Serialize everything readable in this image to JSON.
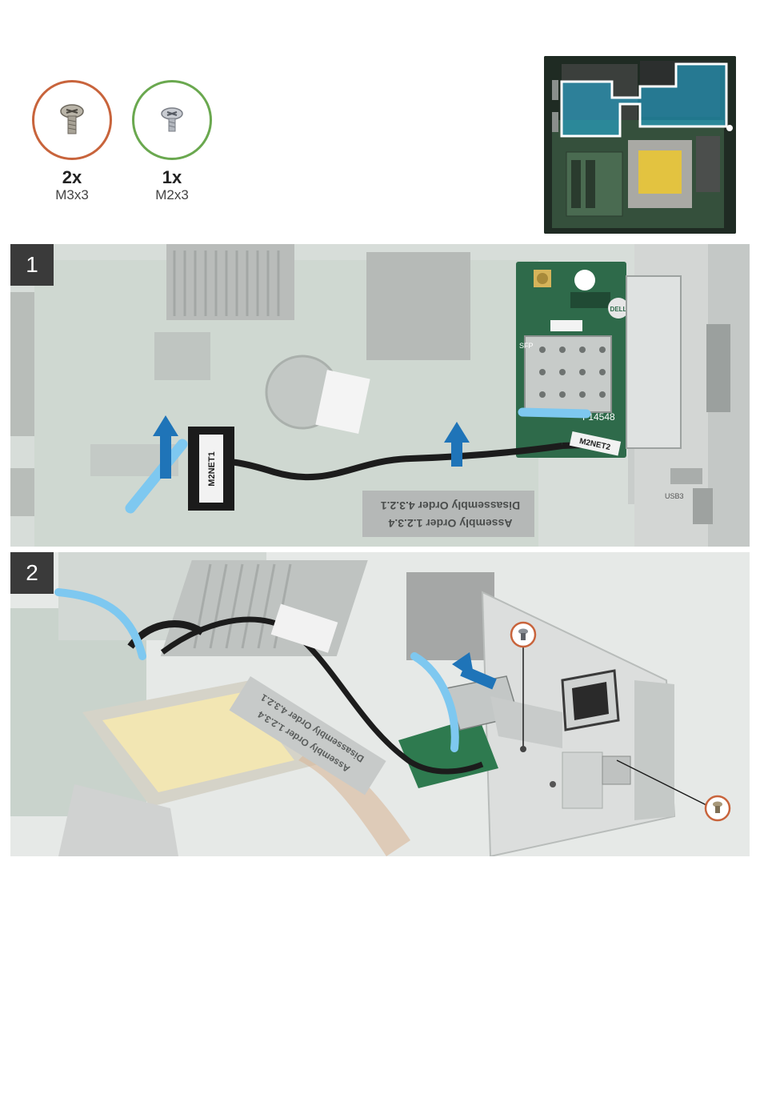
{
  "screws": [
    {
      "count": "2x",
      "size": "M3x3",
      "ring_color": "#c8643c",
      "icon": "pan-head-screw-icon"
    },
    {
      "count": "1x",
      "size": "M2x3",
      "ring_color": "#6aa84f",
      "icon": "flat-head-screw-icon"
    }
  ],
  "steps": [
    {
      "number": "1",
      "labels": {
        "cable_tag_left": "M2NET1",
        "cable_tag_right": "M2NET2",
        "sticker_line1": "Assembly Order 1.2.3.4",
        "sticker_line2": "Disassembly Order 4.3.2.1",
        "card_label": "SFP",
        "card_part": "F14548",
        "usb_label": "USB3",
        "logo": "DELL"
      },
      "arrow_color": "#1f74b8"
    },
    {
      "number": "2",
      "labels": {
        "sticker_line1": "Assembly Order 1.2.3.4",
        "sticker_line2": "Disassembly Order 4.3.2.1"
      },
      "arrow_color": "#1f74b8"
    }
  ],
  "colors": {
    "highlight": "#22b7e6",
    "board": "#3d5a44",
    "cable_tab": "#7ec8f0"
  }
}
